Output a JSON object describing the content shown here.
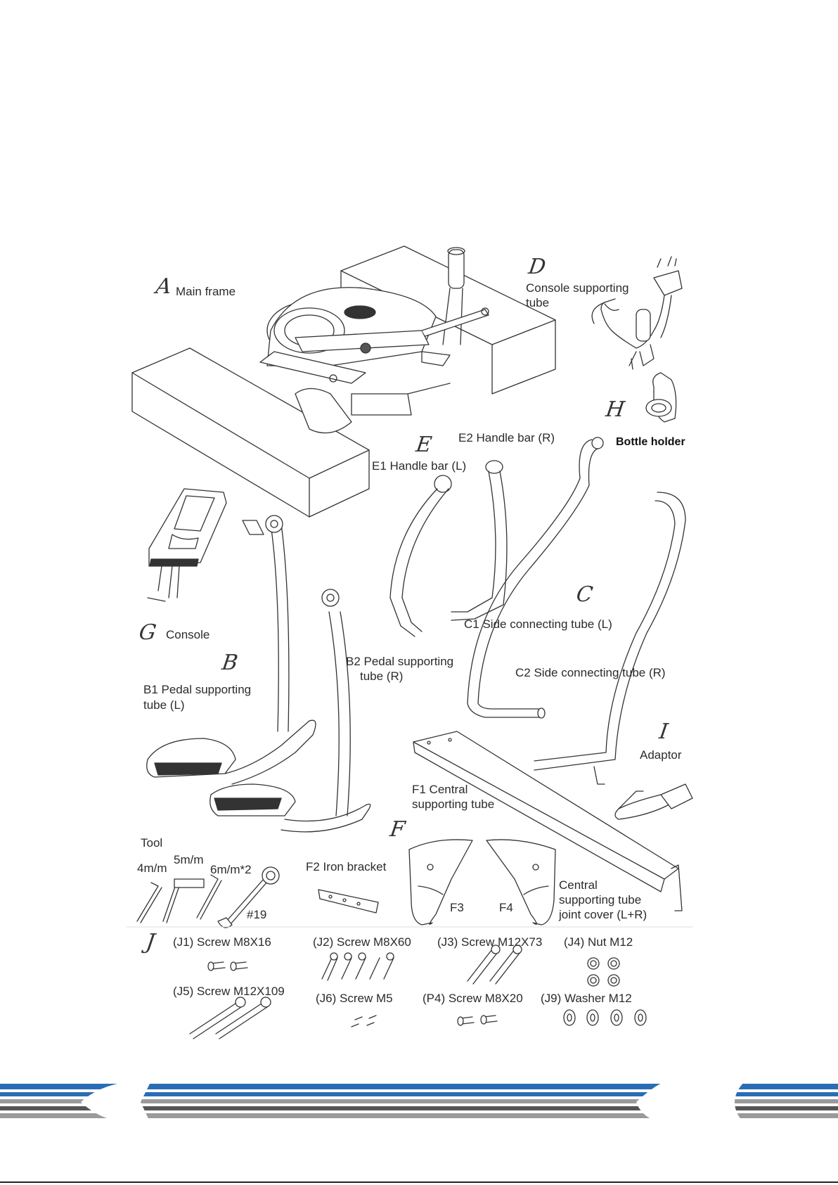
{
  "parts": {
    "A": {
      "letter": "A",
      "name": "Main frame"
    },
    "D": {
      "letter": "D",
      "name_line1": "Console supporting",
      "name_line2": "tube"
    },
    "H": {
      "letter": "H",
      "name": "Bottle holder"
    },
    "E": {
      "letter": "E",
      "e1": "E1 Handle bar (L)",
      "e2": "E2 Handle bar (R)"
    },
    "C": {
      "letter": "C",
      "c1": "C1 Side connecting tube (L)",
      "c2": "C2 Side connecting tube (R)"
    },
    "G": {
      "letter": "G",
      "name": "Console"
    },
    "B": {
      "letter": "B",
      "b1_line1": "B1 Pedal supporting",
      "b1_line2": "tube (L)",
      "b2_line1": "B2 Pedal supporting",
      "b2_line2": "tube (R)"
    },
    "I": {
      "letter": "I",
      "name": "Adaptor"
    },
    "F": {
      "letter": "F",
      "f1_line1": "F1 Central",
      "f1_line2": "supporting tube",
      "f2": "F2 Iron bracket",
      "f3": "F3",
      "f4": "F4",
      "cover_line1": "Central",
      "cover_line2": "supporting tube",
      "cover_line3": "joint cover (L+R)"
    },
    "tool": {
      "title": "Tool",
      "t4": "4m/m",
      "t5": "5m/m",
      "t6": "6m/m*2",
      "t19": "#19"
    },
    "J": {
      "letter": "J",
      "j1": "(J1) Screw M8X16",
      "j2": "(J2) Screw M8X60",
      "j3": "(J3) Screw M12X73",
      "j4": "(J4) Nut M12",
      "j5": "(J5) Screw M12X109",
      "j6": "(J6) Screw M5",
      "p4": "(P4) Screw M8X20",
      "j9": "(J9) Washer M12"
    }
  },
  "colors": {
    "stripe_blue": "#2a6db5",
    "stripe_gray": "#9a9a9a",
    "stripe_dark": "#555555",
    "line": "#333333"
  }
}
